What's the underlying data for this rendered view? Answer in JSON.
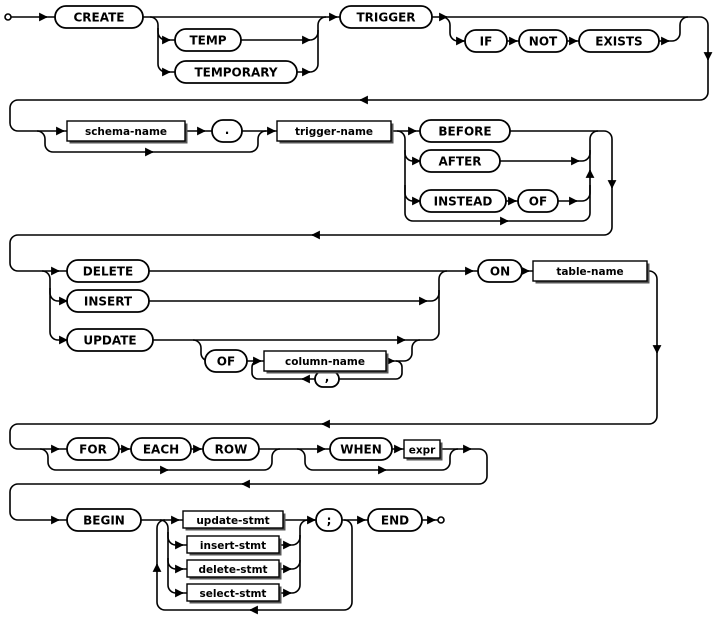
{
  "kw": {
    "create": "CREATE",
    "temp": "TEMP",
    "temporary": "TEMPORARY",
    "trigger": "TRIGGER",
    "if": "IF",
    "not": "NOT",
    "exists": "EXISTS",
    "dot": ".",
    "before": "BEFORE",
    "after": "AFTER",
    "instead": "INSTEAD",
    "of": "OF",
    "delete": "DELETE",
    "insert": "INSERT",
    "update": "UPDATE",
    "comma": ",",
    "on": "ON",
    "for": "FOR",
    "each": "EACH",
    "row": "ROW",
    "when": "WHEN",
    "begin": "BEGIN",
    "semi": ";",
    "end": "END"
  },
  "nt": {
    "schema_name": "schema-name",
    "trigger_name": "trigger-name",
    "column_name": "column-name",
    "table_name": "table-name",
    "expr": "expr",
    "update_stmt": "update-stmt",
    "insert_stmt": "insert-stmt",
    "delete_stmt": "delete-stmt",
    "select_stmt": "select-stmt"
  },
  "colors": {
    "line": "#000000",
    "node_fill": "#ffffff",
    "text": "#000000",
    "shadow": "#555555",
    "background": "#ffffff"
  }
}
